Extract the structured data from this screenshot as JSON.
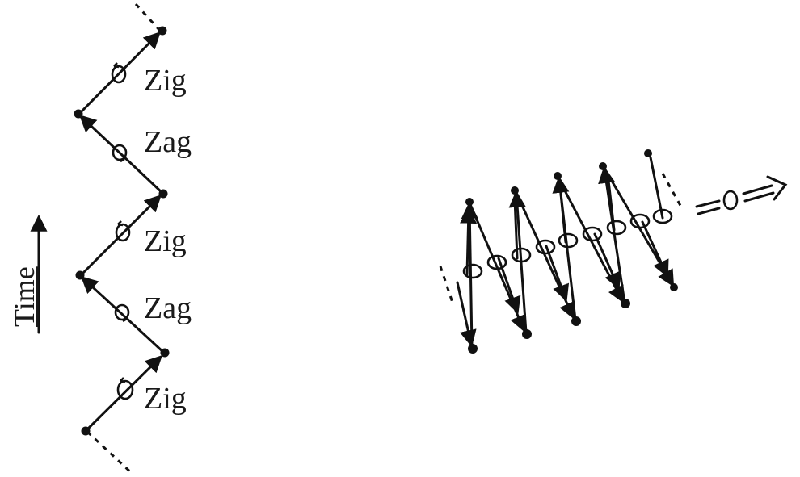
{
  "zigzag": {
    "labels": [
      "Zig",
      "Zag",
      "Zig",
      "Zag",
      "Zig"
    ]
  },
  "time_axis": {
    "label": "Time"
  }
}
